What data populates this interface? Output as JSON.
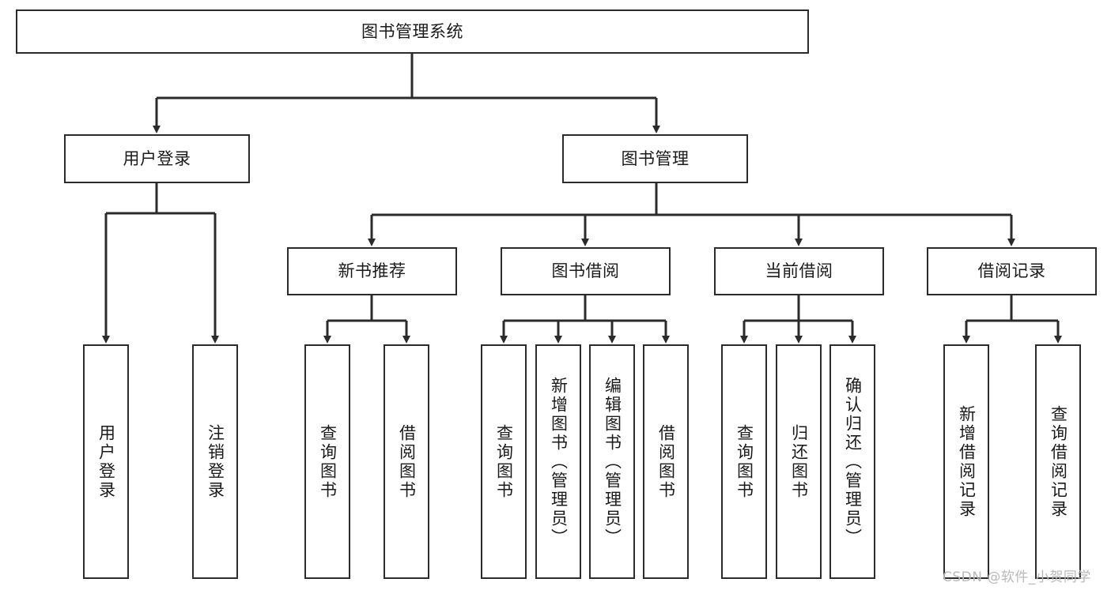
{
  "diagram": {
    "type": "hierarchy-tree",
    "title": "图书管理系统",
    "root": {
      "label": "图书管理系统"
    },
    "level2": [
      {
        "label": "用户登录"
      },
      {
        "label": "图书管理"
      }
    ],
    "level3": [
      {
        "label": "新书推荐"
      },
      {
        "label": "图书借阅"
      },
      {
        "label": "当前借阅"
      },
      {
        "label": "借阅记录"
      }
    ],
    "leaves": {
      "user_login": [
        {
          "label": "用户登录"
        },
        {
          "label": "注销登录"
        }
      ],
      "new_book_recommend": [
        {
          "label": "查询图书"
        },
        {
          "label": "借阅图书"
        }
      ],
      "book_borrow": [
        {
          "label": "查询图书"
        },
        {
          "label": "新增图书（管理员）"
        },
        {
          "label": "编辑图书（管理员）"
        },
        {
          "label": "借阅图书"
        }
      ],
      "current_borrow": [
        {
          "label": "查询图书"
        },
        {
          "label": "归还图书"
        },
        {
          "label": "确认归还（管理员）"
        }
      ],
      "borrow_record": [
        {
          "label": "新增借阅记录"
        },
        {
          "label": "查询借阅记录"
        }
      ]
    }
  },
  "watermark": {
    "text": "CSDN @软件_小贺同学"
  },
  "colors": {
    "border": "#2b2b2b",
    "background": "#ffffff",
    "text": "#1a1a1a",
    "watermark": "#b9b9b9"
  }
}
